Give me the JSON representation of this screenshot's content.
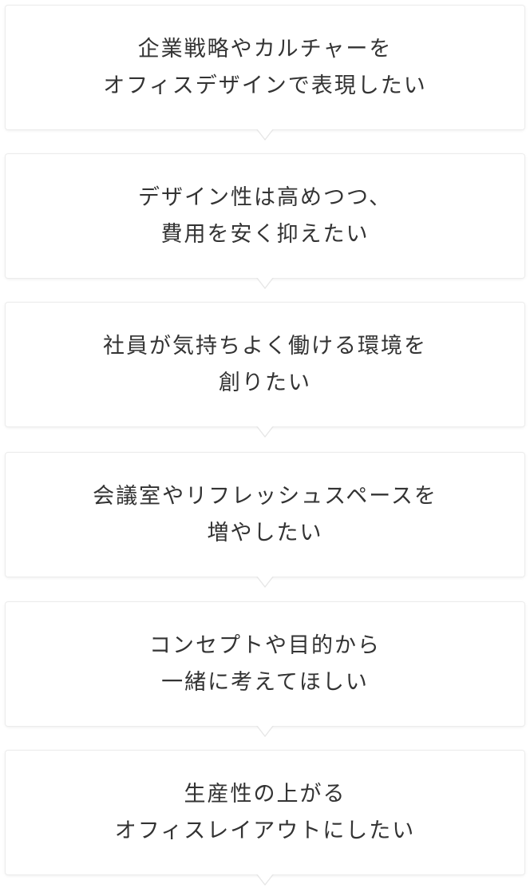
{
  "items": [
    {
      "line1": "企業戦略やカルチャーを",
      "line2": "オフィスデザインで表現したい"
    },
    {
      "line1": "デザイン性は高めつつ、",
      "line2": "費用を安く抑えたい"
    },
    {
      "line1": "社員が気持ちよく働ける環境を",
      "line2": "創りたい"
    },
    {
      "line1": "会議室やリフレッシュスペースを",
      "line2": "増やしたい"
    },
    {
      "line1": "コンセプトや目的から",
      "line2": "一緒に考えてほしい"
    },
    {
      "line1": "生産性の上がる",
      "line2": "オフィスレイアウトにしたい"
    }
  ]
}
